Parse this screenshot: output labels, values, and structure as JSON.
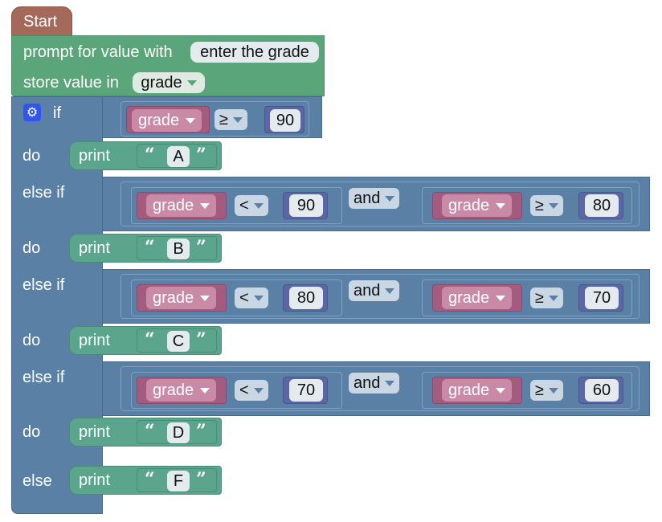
{
  "start": {
    "label": "Start"
  },
  "prompt": {
    "label": "prompt for value with",
    "text": "enter the grade"
  },
  "store": {
    "label": "store value in",
    "var": "grade"
  },
  "if_block": {
    "if_label": "if",
    "do_label": "do",
    "else_if_label": "else if",
    "else_label": "else",
    "icon": "gear-icon"
  },
  "conditions": [
    {
      "left": {
        "var": "grade",
        "op": "≥",
        "num": "90"
      }
    },
    {
      "left": {
        "var": "grade",
        "op": "<",
        "num": "90"
      },
      "join": "and",
      "right": {
        "var": "grade",
        "op": "≥",
        "num": "80"
      }
    },
    {
      "left": {
        "var": "grade",
        "op": "<",
        "num": "80"
      },
      "join": "and",
      "right": {
        "var": "grade",
        "op": "≥",
        "num": "70"
      }
    },
    {
      "left": {
        "var": "grade",
        "op": "<",
        "num": "70"
      },
      "join": "and",
      "right": {
        "var": "grade",
        "op": "≥",
        "num": "60"
      }
    }
  ],
  "prints": [
    {
      "label": "print",
      "open_quote": "“",
      "text": "A",
      "close_quote": "”"
    },
    {
      "label": "print",
      "open_quote": "“",
      "text": "B",
      "close_quote": "”"
    },
    {
      "label": "print",
      "open_quote": "“",
      "text": "C",
      "close_quote": "”"
    },
    {
      "label": "print",
      "open_quote": "“",
      "text": "D",
      "close_quote": "”"
    },
    {
      "label": "print",
      "open_quote": "“",
      "text": "F",
      "close_quote": "”"
    }
  ],
  "colors": {
    "start": "#a5695a",
    "prompt": "#5ba57a",
    "control": "#5b80a5",
    "print": "#5ba58c",
    "variable": "#a55b80",
    "number": "#5b67a5"
  }
}
